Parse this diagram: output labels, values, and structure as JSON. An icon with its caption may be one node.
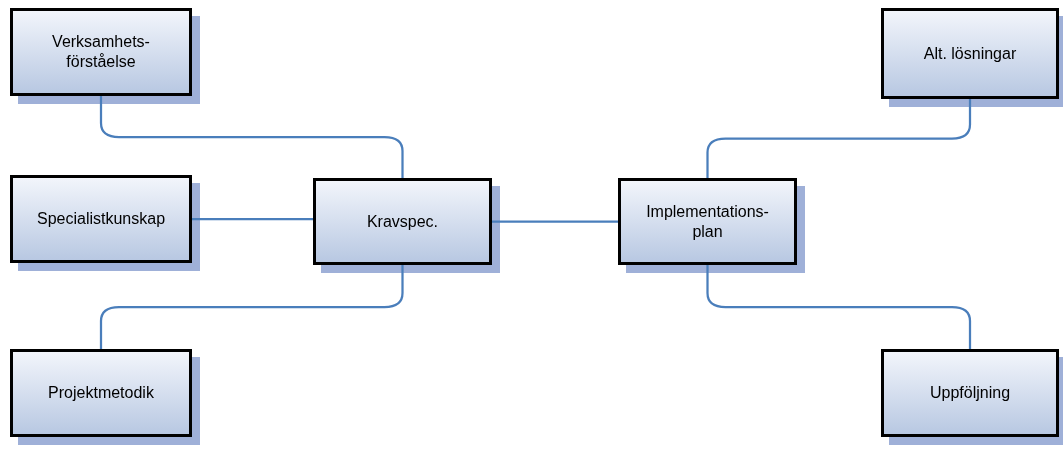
{
  "diagram": {
    "nodes": [
      {
        "text": [
          "Verksamhets- förståelse"
        ]
      },
      {
        "text": [
          "Specialistkunskap"
        ]
      },
      {
        "text": [
          "Projektmetodik"
        ]
      },
      {
        "text": [
          "Kravspec."
        ]
      },
      {
        "text": [
          "Implementations- plan"
        ]
      },
      {
        "text": [
          "Alt. lösningar"
        ]
      },
      {
        "text": [
          "Uppföljning"
        ]
      }
    ],
    "edges": [
      {
        "from": 0,
        "to": 3,
        "arrow": "none"
      },
      {
        "from": 1,
        "to": 3,
        "arrow": "none"
      },
      {
        "from": 3,
        "to": 2,
        "arrow": "none"
      },
      {
        "from": 3,
        "to": 4,
        "arrow": "none"
      },
      {
        "from": 4,
        "to": 5,
        "arrow": "none"
      },
      {
        "from": 4,
        "to": 6,
        "arrow": "none"
      }
    ]
  }
}
